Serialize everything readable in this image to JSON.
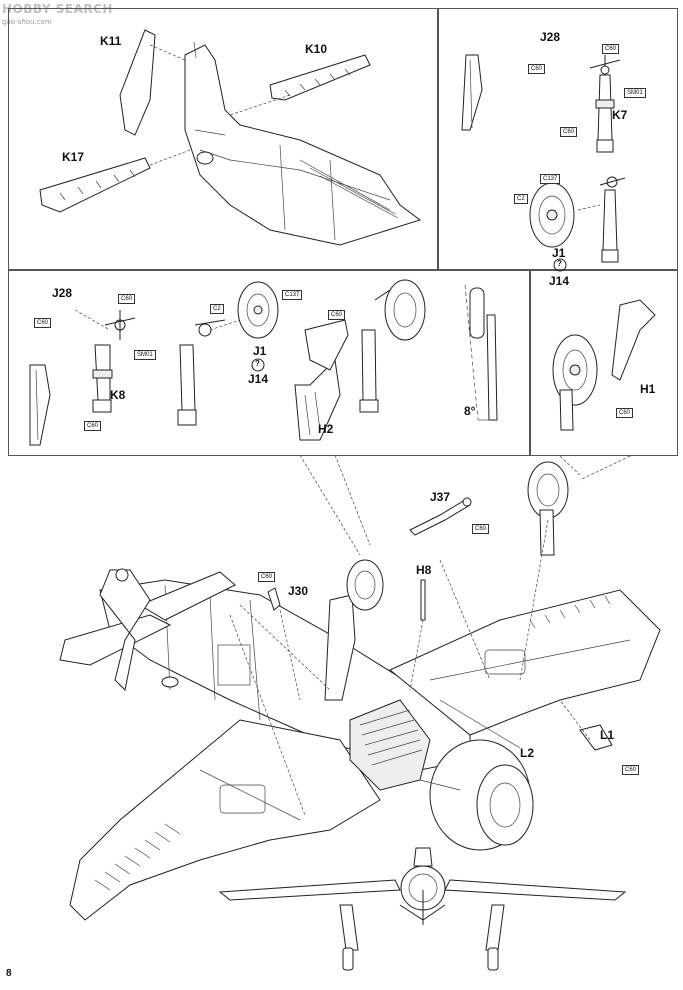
{
  "watermark": {
    "text": "HOBBY SEARCH",
    "sub": "gao-shou.com"
  },
  "page_number": "8",
  "parts": {
    "k11": "K11",
    "k10": "K10",
    "k17": "K17",
    "j28a": "J28",
    "k7": "K7",
    "j1a": "J1",
    "j14a": "J14",
    "j28b": "J28",
    "k8": "K8",
    "j1b": "J1",
    "j14b": "J14",
    "h2": "H2",
    "h1": "H1",
    "angle": "8°",
    "j37": "J37",
    "j30": "J30",
    "h8": "H8",
    "l1": "L1",
    "l2": "L2",
    "question": "?"
  },
  "tags": {
    "c60": "C60",
    "c137": "C137",
    "c2": "C2",
    "sm01": "SM01"
  }
}
